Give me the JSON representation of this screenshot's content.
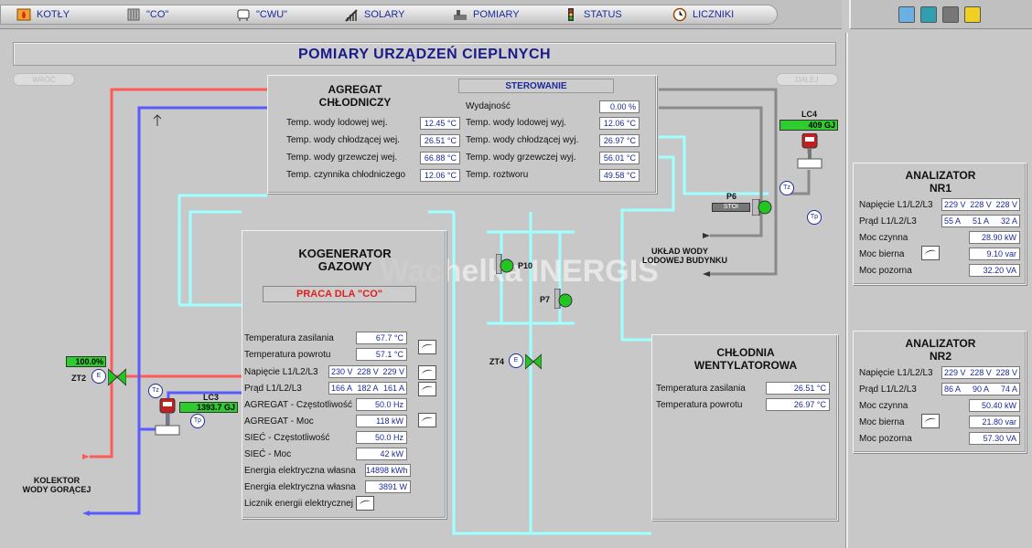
{
  "nav": {
    "items": [
      {
        "label": "KOTŁY",
        "icon": "flame-icon"
      },
      {
        "label": "\"CO\"",
        "icon": "radiator-icon"
      },
      {
        "label": "\"CWU\"",
        "icon": "tank-icon"
      },
      {
        "label": "SOLARY",
        "icon": "solar-bars-icon"
      },
      {
        "label": "POMIARY",
        "icon": "meter-icon"
      },
      {
        "label": "STATUS",
        "icon": "traffic-light-icon"
      },
      {
        "label": "LICZNIKI",
        "icon": "clock-icon"
      }
    ]
  },
  "page_title": "POMIARY URZĄDZEŃ CIEPLNYCH",
  "nav_buttons": {
    "back": "WRÓĆ",
    "next": "DALEJ"
  },
  "watermark": "Wachelka INERGIS",
  "agregat": {
    "title_line1": "AGREGAT",
    "title_line2": "CHŁODNICZY",
    "sterowanie": "STEROWANIE",
    "wydajnosc_label": "Wydajność",
    "wydajnosc_value": "0.00 %",
    "left": [
      {
        "label": "Temp. wody lodowej wej.",
        "value": "12.45 °C"
      },
      {
        "label": "Temp. wody chłodzącej wej.",
        "value": "26.51 °C"
      },
      {
        "label": "Temp. wody grzewczej wej.",
        "value": "66.88 °C"
      },
      {
        "label": "Temp. czynnika chłodniczego",
        "value": "12.06 °C"
      }
    ],
    "right": [
      {
        "label": "Temp. wody lodowej wyj.",
        "value": "12.06 °C"
      },
      {
        "label": "Temp. wody chłodzącej wyj.",
        "value": "26.97 °C"
      },
      {
        "label": "Temp. wody grzewczej wyj.",
        "value": "56.01 °C"
      },
      {
        "label": "Temp. roztworu",
        "value": "49.58 °C"
      }
    ]
  },
  "kogenerator": {
    "title_line1": "KOGENERATOR",
    "title_line2": "GAZOWY",
    "status": "PRACA DLA \"CO\"",
    "rows": [
      {
        "label": "Temperatura zasilania",
        "value": "67.7 °C"
      },
      {
        "label": "Temperatura powrotu",
        "value": "57.1 °C"
      },
      {
        "label": "Napięcie L1/L2/L3",
        "v1": "230 V",
        "v2": "228 V",
        "v3": "229 V"
      },
      {
        "label": "Prąd L1/L2/L3",
        "v1": "166 A",
        "v2": "182 A",
        "v3": "161 A"
      },
      {
        "label": "AGREGAT - Częstotliwość",
        "value": "50.0 Hz"
      },
      {
        "label": "AGREGAT - Moc",
        "value": "118 kW"
      },
      {
        "label": "SIEĆ - Częstotliwość",
        "value": "50.0 Hz"
      },
      {
        "label": "SIEĆ - Moc",
        "value": "42 kW"
      },
      {
        "label": "Energia elektryczna własna",
        "value": "14898 kWh"
      },
      {
        "label": "Energia elektryczna własna",
        "value": "3891 W"
      },
      {
        "label": "Licznik energii elektrycznej"
      }
    ]
  },
  "chlodnia": {
    "title_line1": "CHŁODNIA",
    "title_line2": "WENTYLATOROWA",
    "rows": [
      {
        "label": "Temperatura zasilania",
        "value": "26.51 °C"
      },
      {
        "label": "Temperatura powrotu",
        "value": "26.97 °C"
      }
    ]
  },
  "analizator1": {
    "title_line1": "ANALIZATOR",
    "title_line2": "NR1",
    "napiecie_label": "Napięcie L1/L2/L3",
    "napiecie": [
      "229 V",
      "228 V",
      "228 V"
    ],
    "prad_label": "Prąd L1/L2/L3",
    "prad": [
      "55 A",
      "51 A",
      "32 A"
    ],
    "moc_czynna_label": "Moc czynna",
    "moc_czynna": "28.90 kW",
    "moc_bierna_label": "Moc bierna",
    "moc_bierna": "9.10 var",
    "moc_pozorna_label": "Moc pozorna",
    "moc_pozorna": "32.20 VA"
  },
  "analizator2": {
    "title_line1": "ANALIZATOR",
    "title_line2": "NR2",
    "napiecie_label": "Napięcie L1/L2/L3",
    "napiecie": [
      "229 V",
      "228 V",
      "228 V"
    ],
    "prad_label": "Prąd L1/L2/L3",
    "prad": [
      "86 A",
      "90 A",
      "74 A"
    ],
    "moc_czynna_label": "Moc czynna",
    "moc_czynna": "50.40 kW",
    "moc_bierna_label": "Moc bierna",
    "moc_bierna": "21.80 var",
    "moc_pozorna_label": "Moc pozorna",
    "moc_pozorna": "57.30 VA"
  },
  "devices": {
    "lc4_label": "LC4",
    "lc4_value": "409 GJ",
    "lc3_label": "LC3",
    "lc3_value": "1393.7 GJ",
    "zt2_label": "ZT2",
    "zt2_value": "100.0%",
    "zt4_label": "ZT4",
    "p6_label": "P6",
    "p6_state": "STOI",
    "p10_label": "P10",
    "p7_label": "P7",
    "uklad_line1": "UKŁAD WODY",
    "uklad_line2": "LODOWEJ BUDYNKU",
    "kolektor_line1": "KOLEKTOR",
    "kolektor_line2": "WODY GORĄCEJ",
    "e_label": "E",
    "tz_label": "Tz",
    "tp_label": "Tp"
  },
  "colors": {
    "pipe_red": "#ff5a5a",
    "pipe_blue": "#5a5aff",
    "pipe_cyan": "#a0ffff",
    "pipe_grey": "#8a8a8a",
    "accent": "#1a2a9a"
  }
}
